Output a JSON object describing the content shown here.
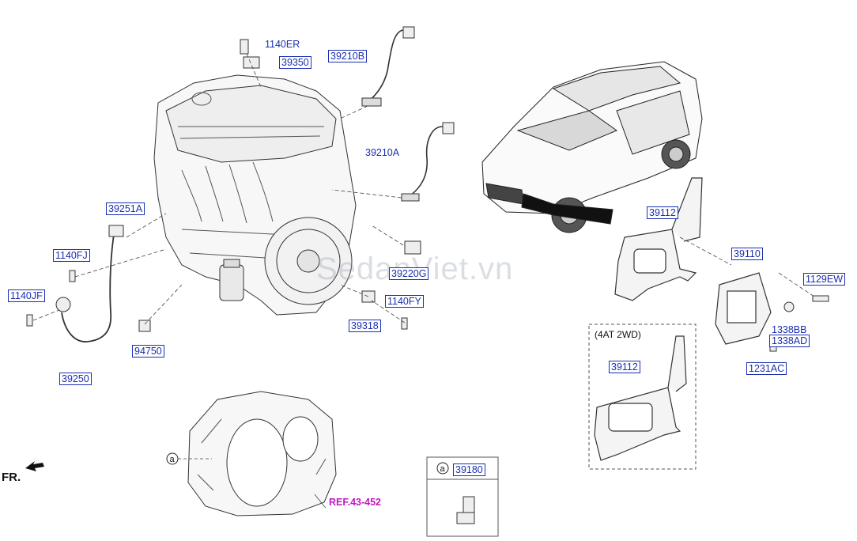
{
  "parts": {
    "p1140ER": "1140ER",
    "p39350": "39350",
    "p39210B": "39210B",
    "p39210A": "39210A",
    "p39251A": "39251A",
    "p1140FJ_a": "1140FJ",
    "p1140JF": "1140JF",
    "p39250": "39250",
    "p94750": "94750",
    "p39220G": "39220G",
    "p1140FY": "1140FY",
    "p39318": "39318",
    "p39112_a": "39112",
    "p39110": "39110",
    "p1129EW": "1129EW",
    "p1338BB": "1338BB",
    "p1338AD": "1338AD",
    "p1231AC": "1231AC",
    "p39112_b": "39112",
    "p39180": "39180"
  },
  "variant_label": "(4AT 2WD)",
  "reference_label": "REF.43-452",
  "front_label": "FR.",
  "callout_letter": "a",
  "watermark": "SedanViet.vn"
}
